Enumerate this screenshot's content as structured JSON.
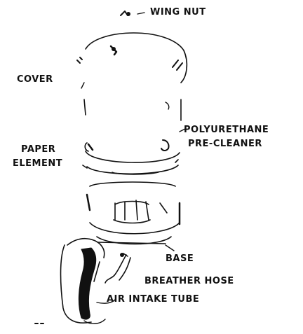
{
  "diagram": {
    "labels": {
      "wing_nut": "WING NUT",
      "cover": "COVER",
      "polyurethane_line1": "POLYURETHANE",
      "polyurethane_line2": "PRE-CLEANER",
      "paper_line1": "PAPER",
      "paper_line2": "ELEMENT",
      "base": "BASE",
      "breather_hose": "BREATHER HOSE",
      "air_intake_tube": "AIR INTAKE TUBE"
    },
    "colors": {
      "ink": "#111111",
      "background": "#ffffff"
    }
  }
}
